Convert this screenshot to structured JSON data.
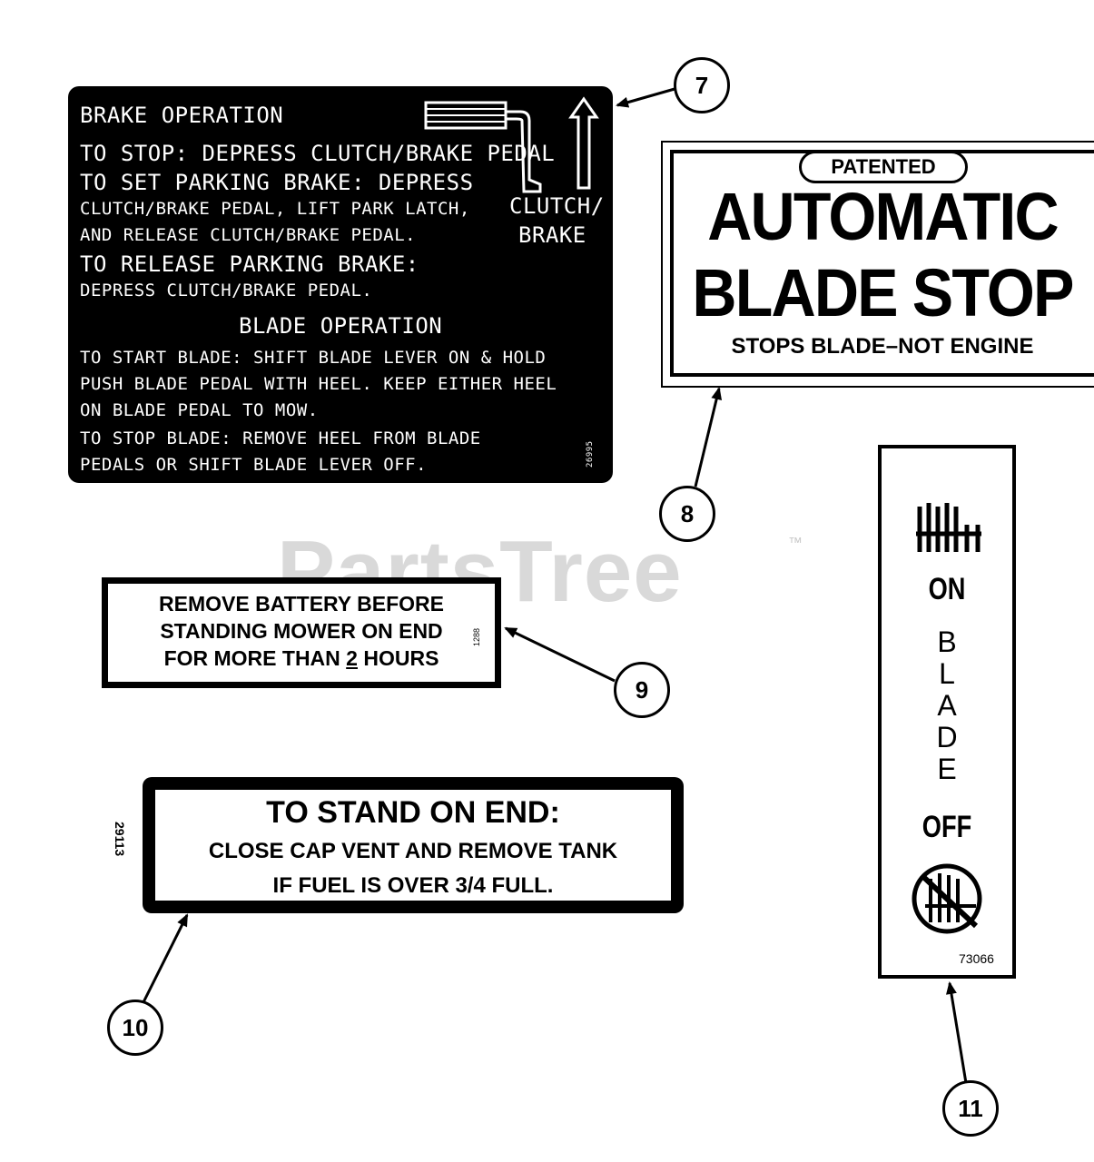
{
  "watermark": {
    "text": "PartsTree",
    "trademark": "™"
  },
  "decal7": {
    "brake_title": "BRAKE OPERATION",
    "lines": [
      "TO STOP: DEPRESS CLUTCH/BRAKE PEDAL",
      "TO SET PARKING BRAKE: DEPRESS",
      "CLUTCH/BRAKE PEDAL, LIFT PARK LATCH,",
      "AND RELEASE CLUTCH/BRAKE PEDAL.",
      "TO RELEASE PARKING BRAKE:",
      "DEPRESS CLUTCH/BRAKE PEDAL."
    ],
    "pedal_label_1": "CLUTCH/",
    "pedal_label_2": "BRAKE",
    "blade_title": "BLADE OPERATION",
    "blade_lines": [
      "TO START BLADE: SHIFT BLADE LEVER ON & HOLD",
      "PUSH BLADE PEDAL WITH HEEL. KEEP EITHER HEEL",
      "ON BLADE PEDAL TO MOW.",
      "TO STOP BLADE: REMOVE HEEL FROM BLADE",
      "PEDALS OR SHIFT BLADE LEVER OFF."
    ],
    "part_number": "26995"
  },
  "decal8": {
    "badge": "PATENTED",
    "line1": "AUTOMATIC",
    "line2": "BLADE STOP",
    "line3": "STOPS BLADE–NOT ENGINE"
  },
  "decal9": {
    "line1": "REMOVE BATTERY BEFORE",
    "line2": "STANDING MOWER ON END",
    "line3_pre": "FOR MORE THAN ",
    "line3_num": "2",
    "line3_post": " HOURS",
    "part_number": "1288"
  },
  "decal10": {
    "line1": "TO STAND ON END:",
    "line2": "CLOSE CAP VENT AND REMOVE TANK",
    "line3": "IF FUEL IS OVER 3/4 FULL.",
    "part_number": "29113"
  },
  "decal11": {
    "on": "ON",
    "blade_letters": [
      "B",
      "L",
      "A",
      "D",
      "E"
    ],
    "off": "OFF",
    "part_number": "73066"
  },
  "callouts": {
    "c7": "7",
    "c8": "8",
    "c9": "9",
    "c10": "10",
    "c11": "11"
  }
}
